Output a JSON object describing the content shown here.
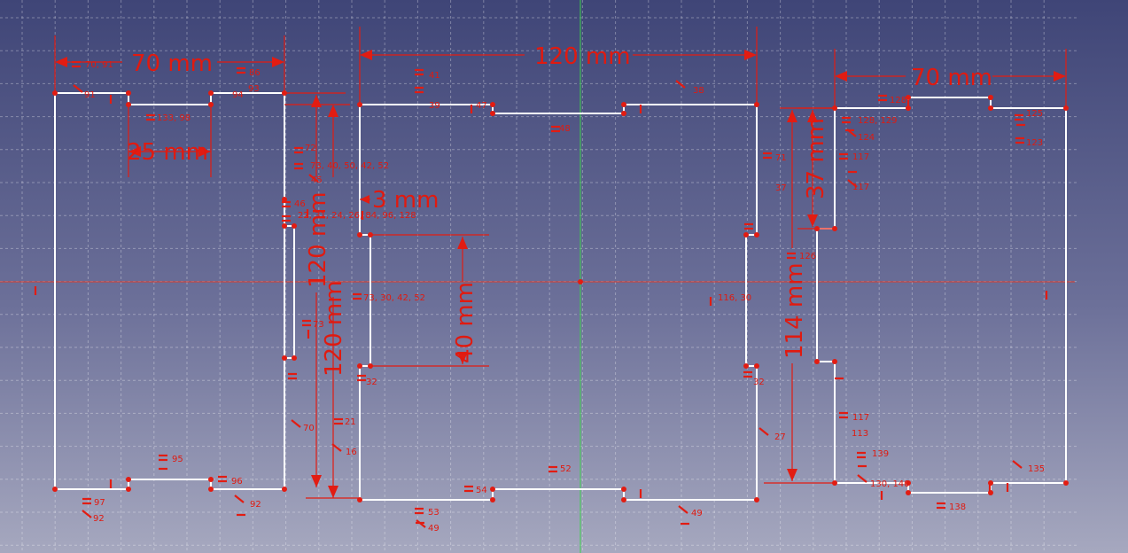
{
  "viewport": {
    "background_top": "#3f4577",
    "background_bottom": "#a6a8bf",
    "geometry_color": "#ffffff",
    "constraint_color": "#e21c12",
    "x_axis_color": "#e03a2a",
    "y_axis_color": "#3bd24a"
  },
  "dimensions": {
    "left_width": "70 mm",
    "notch_width": "25 mm",
    "top_width": "120 mm",
    "right_width": "70 mm",
    "left_height_upper": "120 mm",
    "left_height_lower": "120 mm",
    "step_width": "3 mm",
    "slot_height": "40 mm",
    "right_offset": "37 mm",
    "right_height": "114 mm"
  },
  "constraints": {
    "c_70_91": "70, 91",
    "c_86": "86",
    "c_93": "93",
    "c_94": "94",
    "c_91": "91",
    "c_133_98": "133, 98",
    "c_41": "41",
    "c_39": "39",
    "c_47": "47",
    "c_48": "48",
    "c_38": "38",
    "c_72": "72",
    "c_73_list": "73, 40, 50, 42, 52",
    "c_45": "45",
    "c_46": "46",
    "c_22_list": "22, 31, 24, 26, 84, 96, 128",
    "c_73_30_list": "73, 30, 42, 52",
    "c_73": "73",
    "c_32_left": "32",
    "c_70": "70",
    "c_21": "21",
    "c_16": "16",
    "c_95": "95",
    "c_96": "96",
    "c_97": "97",
    "c_92_a": "92",
    "c_92_b": "92",
    "c_54": "54",
    "c_52": "52",
    "c_53": "53",
    "c_49_a": "49",
    "c_49_b": "49",
    "c_71": "71",
    "c_37": "37",
    "c_116_30": "116, 30",
    "c_32_right": "32",
    "c_27": "27",
    "c_128": "128",
    "c_125": "125",
    "c_128_129": "128, 129",
    "c_124": "124",
    "c_117_a": "117",
    "c_117_b": "117",
    "c_123": "123",
    "c_134": "134",
    "c_126": "126",
    "c_117_c": "117",
    "c_113": "113",
    "c_139": "139",
    "c_130_140": "130, 140",
    "c_138": "138",
    "c_135": "135"
  }
}
